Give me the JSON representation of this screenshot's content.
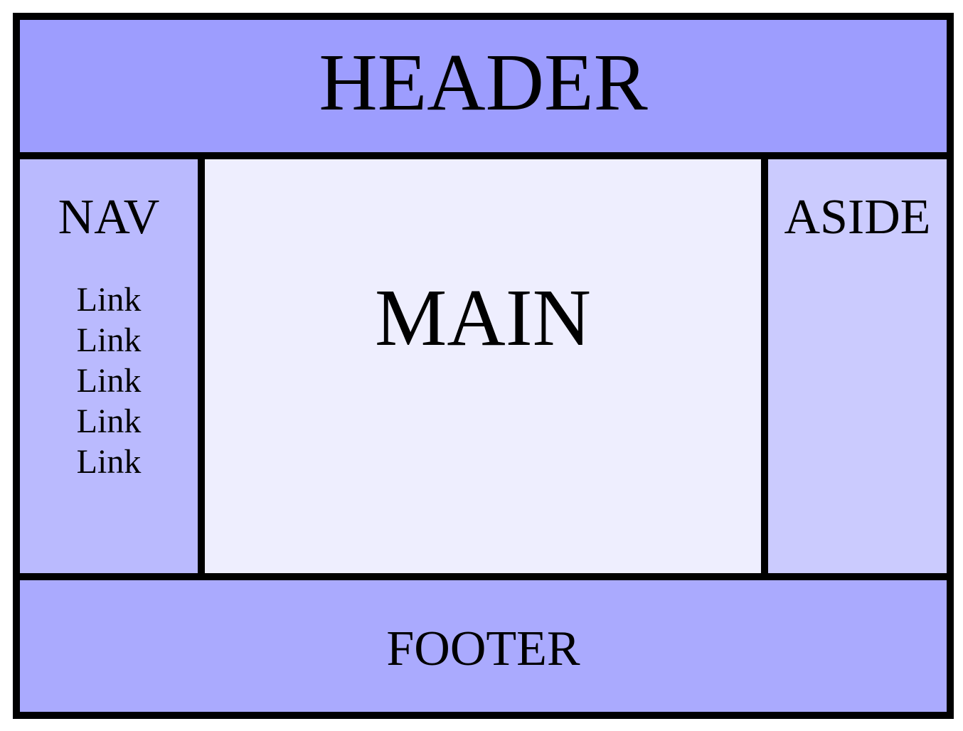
{
  "colors": {
    "header_bg": "#9d9dfe",
    "nav_bg": "#babafe",
    "main_bg": "#eeeefe",
    "aside_bg": "#cbcbfe",
    "footer_bg": "#aaaafe",
    "border": "#000000"
  },
  "header": {
    "title": "HEADER"
  },
  "nav": {
    "title": "NAV",
    "links": [
      "Link",
      "Link",
      "Link",
      "Link",
      "Link"
    ]
  },
  "main": {
    "title": "MAIN"
  },
  "aside": {
    "title": "ASIDE"
  },
  "footer": {
    "title": "FOOTER"
  }
}
